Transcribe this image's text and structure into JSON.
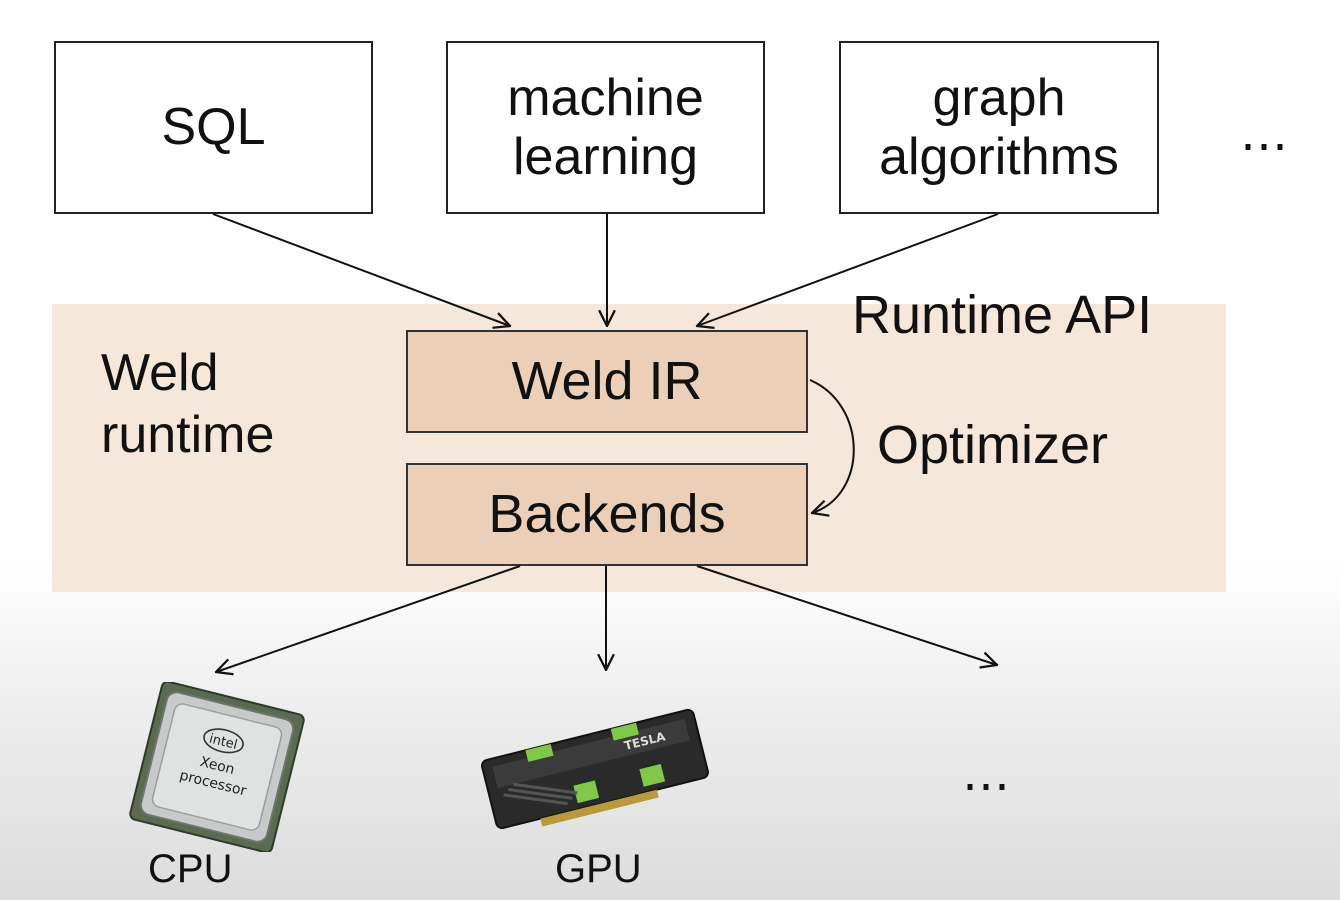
{
  "frontends": {
    "sql": "SQL",
    "ml_line1": "machine",
    "ml_line2": "learning",
    "graph_line1": "graph",
    "graph_line2": "algorithms",
    "more": "⋯"
  },
  "runtime": {
    "title_line1": "Weld",
    "title_line2": "runtime",
    "api_label": "Runtime API",
    "optimizer_label": "Optimizer",
    "ir_label": "Weld IR",
    "backends_label": "Backends",
    "band_color": "#f5e7da",
    "box_color": "#ebcfb9"
  },
  "hardware": {
    "cpu_label": "CPU",
    "gpu_label": "GPU",
    "more": "⋯",
    "cpu_chip_brand": "intel",
    "cpu_chip_line1": "Xeon",
    "cpu_chip_line2": "processor",
    "gpu_brand": "TESLA"
  }
}
